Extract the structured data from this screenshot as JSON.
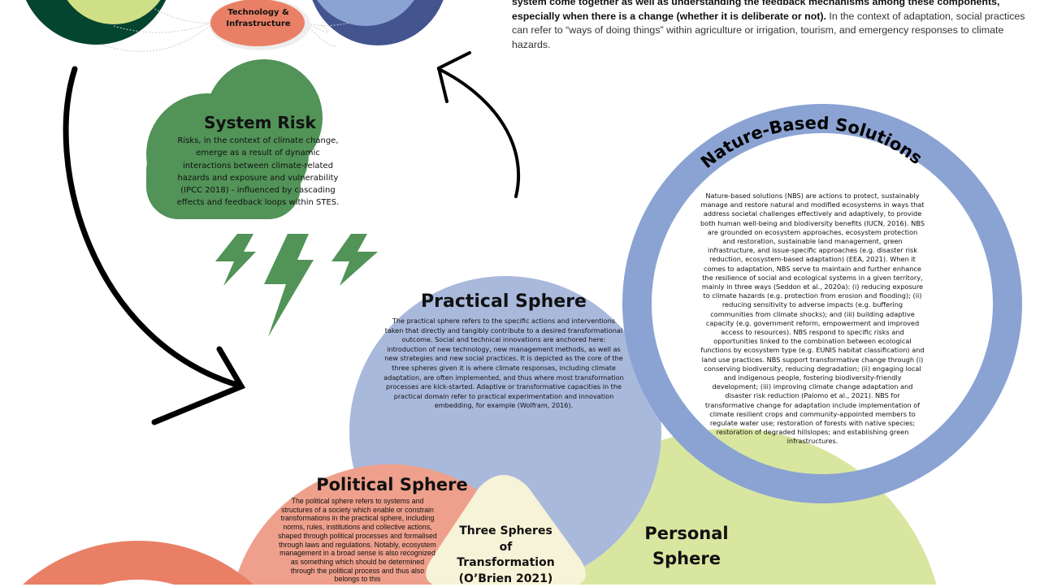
{
  "intro": {
    "bold_text": "system come together as well as understanding the feedback mechanisms among these components, especially when there is a change (whether it is deliberate or not).",
    "text": " In the context of adaptation, social practices can refer to “ways of doing things” within agriculture or irrigation, tourism, and emergency responses to climate hazards."
  },
  "tech_node": {
    "label": "Technology & Infrastructure"
  },
  "system_risk": {
    "title": "System Risk",
    "body": "Risks, in the context of climate change, emerge as a result of dynamic interactions between climate-related hazards and exposure and vulnerability (IPCC 2018) - influenced by cascading effects and feedback loops within STES."
  },
  "nbs": {
    "title": "Nature-Based Solutions",
    "body": "Nature-based solutions (NBS) are actions to protect, sustainably manage and restore natural and modified ecosystems in ways that address societal challenges effectively and adaptively, to provide both human well-being and biodiversity benefits (IUCN, 2016). NBS are grounded on ecosystem approaches, ecosystem protection and restoration, sustainable land management, green infrastructure, and issue-specific approaches (e.g. disaster risk reduction, ecosystem-based adaptation) (EEA, 2021). When it comes to adaptation, NBS serve to maintain and further enhance the resilience of social and ecological systems in a given territory, mainly in three ways (Seddon et al., 2020a): (i) reducing exposure to climate hazards (e.g. protection from erosion and flooding); (ii) reducing sensitivity to adverse impacts (e.g. buffering communities from climate shocks); and (iii) building adaptive capacity (e.g. government reform, empowerment and improved access to resources). NBS respond to specific risks and opportunities linked to the combination between ecological functions by ecosystem type (e.g. EUNIS habitat classification) and land use practices. NBS support transformative change through (i) conserving biodiversity, reducing degradation; (ii) engaging local and indigenous people, fostering biodiversity-friendly development; (iii) improving climate change adaptation and disaster risk reduction (Palomo et al., 2021). NBS for transformative change for adaptation include implementation of climate resilient crops and community-appointed members to regulate water use; restoration of forests with native species; restoration of degraded hillslopes; and establishing green infrastructures."
  },
  "practical": {
    "title": "Practical Sphere",
    "body": "The practical sphere refers to the specific actions and interventions taken that directly and tangibly contribute to a desired transformational outcome. Social and technical innovations are anchored here: introduction of new technology, new management methods, as well as new strategies and new social practices. It is depicted as the core of the three spheres given it is where climate responses, including climate adaptation, are often implemented, and thus where most transformation processes are kick-started. Adaptive or transformative capacities in the practical domain refer to practical experimentation and innovation embedding, for example (Wolfram, 2016)."
  },
  "political": {
    "title": "Political Sphere",
    "body": "The political sphere refers to systems and structures of a society which enable or constrain transformations in the practical sphere, including norms, rules, institutions and collective actions, shaped through political processes and formalised through laws and regulations. Notably, ecosystem management in a broad sense is also recognized as something which should be determined through the political process and thus also belongs to this"
  },
  "personal": {
    "title": "Personal Sphere"
  },
  "center": {
    "label": "Three Spheres of Transformation (O’Brien 2021)"
  },
  "colors": {
    "dark_green": "#04452f",
    "light_green": "#cfdf86",
    "navy": "#43548f",
    "periwinkle": "#8aa3d3",
    "coral": "#e98066",
    "cloud": "#529358",
    "practical": "#a9b9dc",
    "political": "#efa08c",
    "personal": "#d9e6a0",
    "cream": "#f7f3d8"
  }
}
